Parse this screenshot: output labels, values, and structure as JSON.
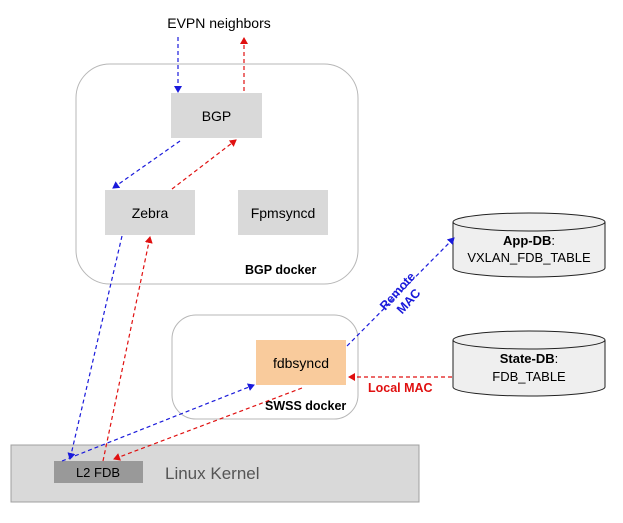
{
  "top_label": "EVPN neighbors",
  "bgp_docker": {
    "label": "BGP docker",
    "bgp": "BGP",
    "zebra": "Zebra",
    "fpmsyncd": "Fpmsyncd"
  },
  "swss_docker": {
    "label": "SWSS docker",
    "fdbsyncd": "fdbsyncd"
  },
  "app_db": {
    "name": "App-DB",
    "colon": ":",
    "table": "VXLAN_FDB_TABLE"
  },
  "state_db": {
    "name": "State-DB",
    "colon": ":",
    "table": "FDB_TABLE"
  },
  "kernel": {
    "label": "Linux Kernel",
    "l2fdb": "L2 FDB"
  },
  "edge_labels": {
    "remote_line1": "Remote",
    "remote_line2": "MAC",
    "local": "Local MAC"
  },
  "colors": {
    "remote_path": "#1a1adb",
    "local_path": "#e01010",
    "process_box": "#d9d9d9",
    "fdbsyncd_fill": "#f9cb9c",
    "kernel_fill": "#d9d9d9",
    "l2fdb_fill": "#999999",
    "db_fill": "#efefef",
    "container_stroke": "#b7b7b7"
  }
}
